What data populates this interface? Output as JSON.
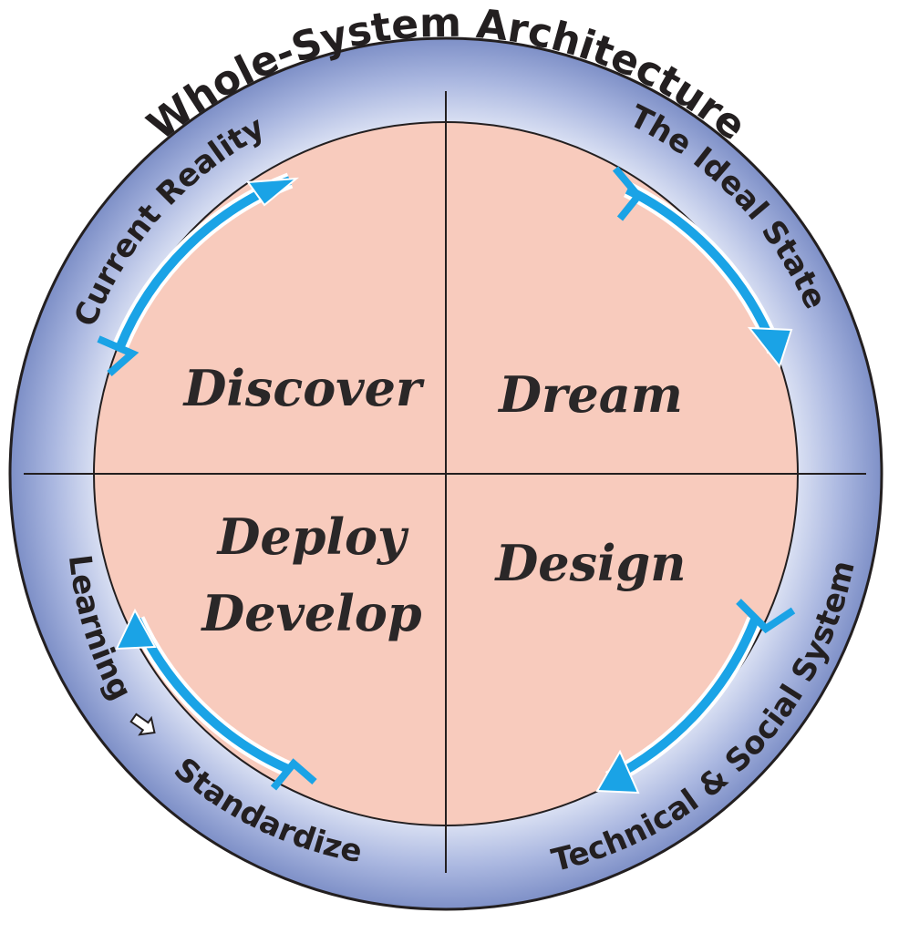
{
  "title": "Whole-System Architecture",
  "arc_labels": {
    "current_reality": "Current Reality",
    "ideal_state": "The Ideal State",
    "technical_social": "Technical & Social System",
    "learning": "Learning",
    "standardize": "Standardize"
  },
  "quadrants": {
    "discover": "Discover",
    "dream": "Dream",
    "design": "Design",
    "deploy": "Deploy",
    "develop": "Develop"
  },
  "colors": {
    "inner_fill": "#f8cbbd",
    "ring_outer": "#7f91c7",
    "ring_inner": "#dfe5f5",
    "arrow": "#1aa3e6",
    "outline": "#231f20"
  }
}
